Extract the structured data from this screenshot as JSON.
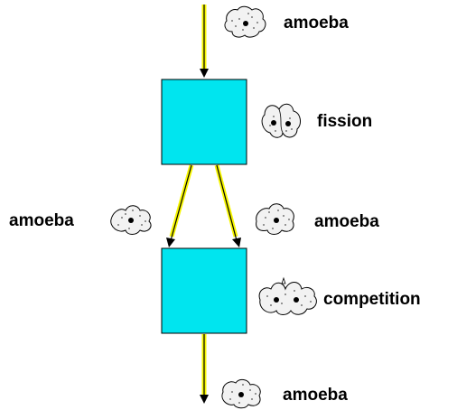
{
  "labels": {
    "top_cell": "amoeba",
    "fission": "fission",
    "left_cell": "amoeba",
    "right_cell": "amoeba",
    "competition": "competition",
    "bottom_cell": "amoeba"
  },
  "colors": {
    "box_fill": "#00e5ef",
    "arrow_glow": "#f5f500",
    "arrow_line": "#000000",
    "cell_fill": "#f2f2f2",
    "nucleus": "#000000"
  }
}
